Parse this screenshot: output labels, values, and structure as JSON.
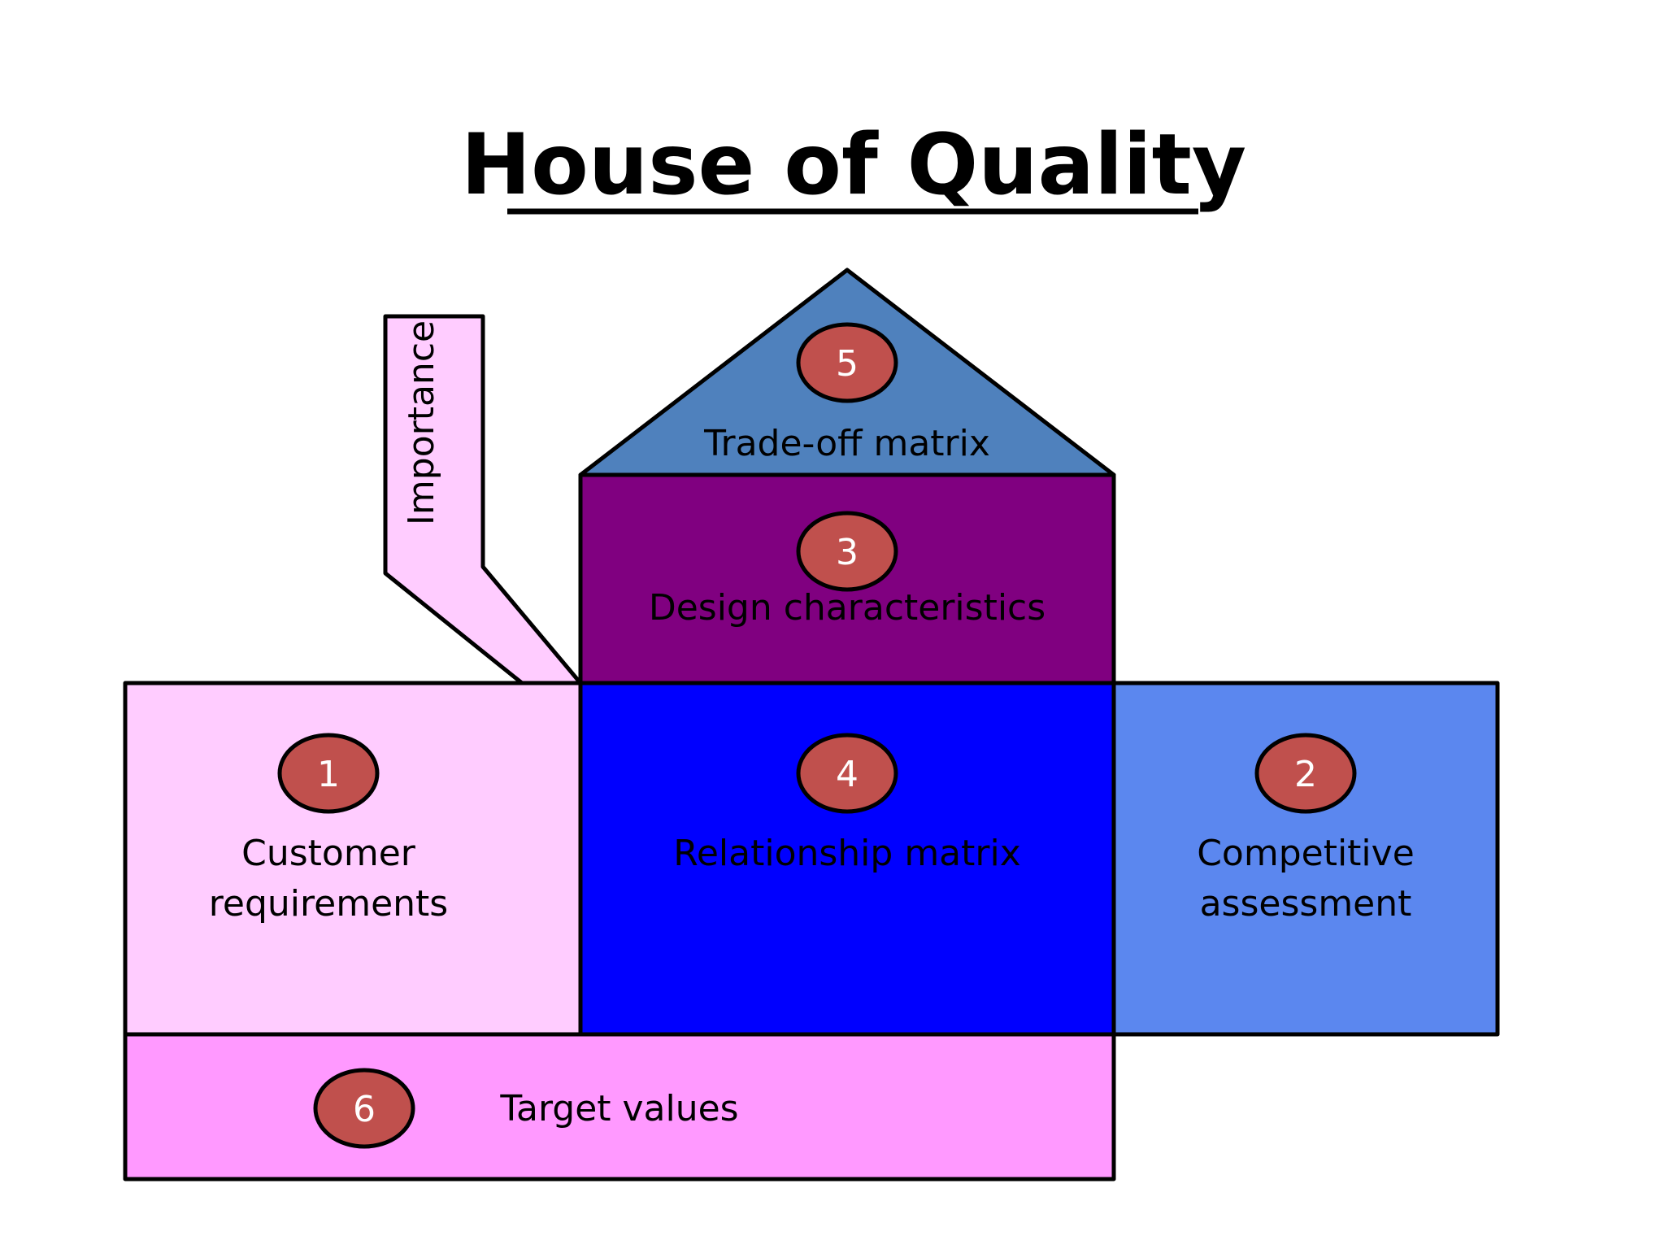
{
  "title": "House of Quality",
  "colors": {
    "customer_requirements": "#ffccff",
    "importance": "#ffccff",
    "trade_off_matrix": "#4f81bd",
    "design_characteristics": "#800080",
    "relationship_matrix": "#0000ff",
    "competitive_assessment": "#5b87ef",
    "target_values": "#ff99ff",
    "badge_fill": "#c0504d",
    "outline": "#000000"
  },
  "sections": {
    "importance": {
      "label": "Importance"
    },
    "trade_off_matrix": {
      "number": "5",
      "label": "Trade-off matrix"
    },
    "design_characteristics": {
      "number": "3",
      "label": "Design characteristics"
    },
    "customer_requirements": {
      "number": "1",
      "label_line1": "Customer",
      "label_line2": "requirements"
    },
    "relationship_matrix": {
      "number": "4",
      "label": "Relationship matrix"
    },
    "competitive_assessment": {
      "number": "2",
      "label_line1": "Competitive",
      "label_line2": "assessment"
    },
    "target_values": {
      "number": "6",
      "label": "Target values"
    }
  }
}
